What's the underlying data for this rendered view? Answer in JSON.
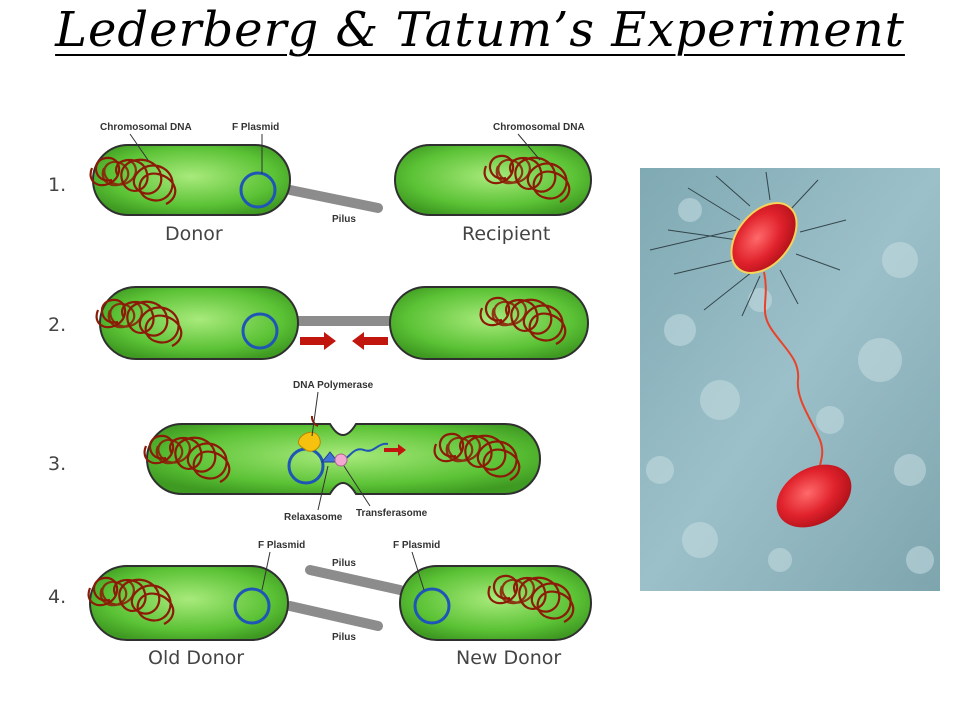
{
  "title": "Lederberg & Tatum’s Experiment",
  "steps": [
    "1.",
    "2.",
    "3.",
    "4."
  ],
  "labels": {
    "chromosomal_dna": "Chromosomal DNA",
    "f_plasmid": "F Plasmid",
    "pilus": "Pilus",
    "donor": "Donor",
    "recipient": "Recipient",
    "dna_polymerase": "DNA Polymerase",
    "relaxasome": "Relaxasome",
    "transferasome": "Transferasome",
    "old_donor": "Old Donor",
    "new_donor": "New Donor"
  },
  "colors": {
    "cell_fill": "#5bc235",
    "dna": "#8b1a06",
    "plasmid": "#1e55b7",
    "pilus": "#8c8c8c",
    "arrow": "#c0160e",
    "photo_bg": "#8fb3bd",
    "bacteria": "#e0222c"
  }
}
